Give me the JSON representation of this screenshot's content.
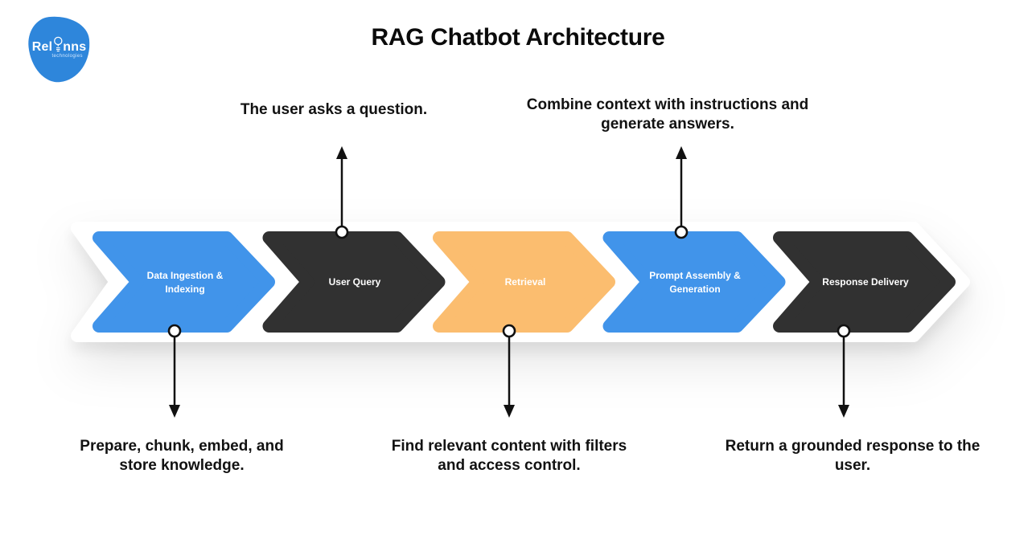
{
  "logo": {
    "brand": "Relinns",
    "brand_prefix": "Rel",
    "brand_suffix": "nns",
    "subtitle": "technologies"
  },
  "header": {
    "title": "RAG Chatbot Architecture"
  },
  "flow": {
    "steps": [
      {
        "id": "data-ingestion-indexing",
        "label": "Data Ingestion & Indexing",
        "color": "#4194EA"
      },
      {
        "id": "user-query",
        "label": "User Query",
        "color": "#313131"
      },
      {
        "id": "retrieval",
        "label": "Retrieval",
        "color": "#FBBD6F"
      },
      {
        "id": "prompt-assembly-generation",
        "label": "Prompt Assembly & Generation",
        "color": "#4194EA"
      },
      {
        "id": "response-delivery",
        "label": "Response Delivery",
        "color": "#313131"
      }
    ]
  },
  "annotations": {
    "top": [
      {
        "text": "The user asks a question.",
        "points_to": "User Query"
      },
      {
        "text": "Combine context with instructions and generate answers.",
        "points_to": "Prompt Assembly & Generation"
      }
    ],
    "bottom": [
      {
        "text": "Prepare, chunk, embed, and store knowledge.",
        "points_to": "Data Ingestion & Indexing"
      },
      {
        "text": "Find relevant content with filters and access control.",
        "points_to": "Retrieval"
      },
      {
        "text": "Return a grounded response to the user.",
        "points_to": "Response Delivery"
      }
    ]
  },
  "colors": {
    "background": "#FFFFFF",
    "band": "#FFFFFF",
    "connector": "#111111",
    "annotation_text": "#121212",
    "title_text": "#0B0B0B",
    "step_label_text": "#FFFFFF",
    "logo_blue": "#2E86DB"
  }
}
